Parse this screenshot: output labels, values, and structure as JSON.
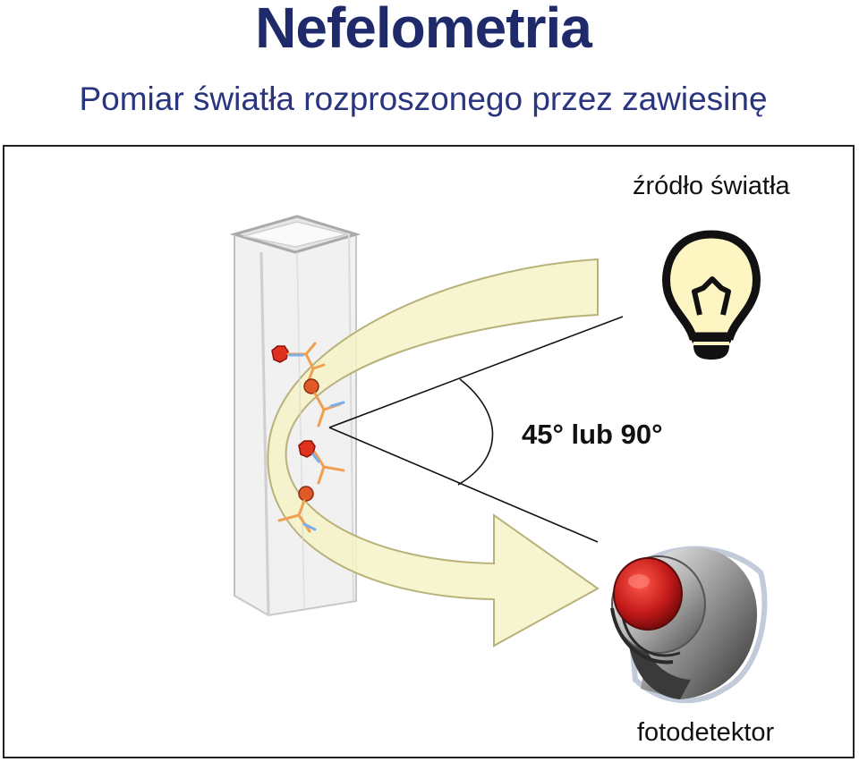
{
  "header": {
    "title": "Nefelometria",
    "subtitle": "Pomiar światła rozproszonego przez zawiesinę"
  },
  "labels": {
    "light_source": "źródło światła",
    "angle": "45° lub 90°",
    "detector": "fotodetektor"
  },
  "colors": {
    "title": "#1f2a6b",
    "subtitle": "#2a3580",
    "arrow_fill": "#f6f3c8",
    "arrow_stroke": "#b8b27a",
    "bulb_fill": "#fdf5c2",
    "antigen": "#e0301e",
    "antibody": "#f0a050",
    "detector_lens": "#c41a1a"
  },
  "icons": {
    "cuvette": "cuvette-icon",
    "bulb": "light-bulb-icon",
    "detector": "photodetector-icon"
  }
}
